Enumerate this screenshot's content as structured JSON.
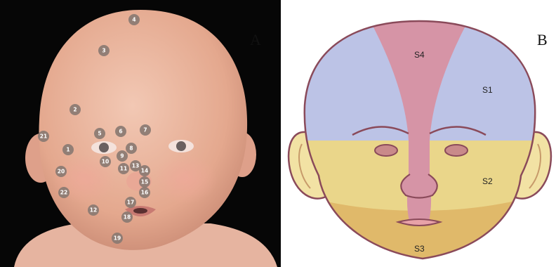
{
  "panel_a": {
    "label": "A",
    "markers": [
      "1",
      "2",
      "3",
      "4",
      "5",
      "6",
      "7",
      "8",
      "9",
      "10",
      "11",
      "12",
      "13",
      "14",
      "15",
      "16",
      "17",
      "18",
      "19",
      "20",
      "21",
      "22"
    ]
  },
  "panel_b": {
    "label": "B",
    "segments": [
      "S1",
      "S2",
      "S3",
      "S4"
    ]
  },
  "colors": {
    "s1": "#bcc3e6",
    "s2": "#ead68a",
    "s3": "#e0b96a",
    "s4": "#d694a6",
    "outline": "#8a4a5a",
    "marker": "#8a7a72"
  }
}
